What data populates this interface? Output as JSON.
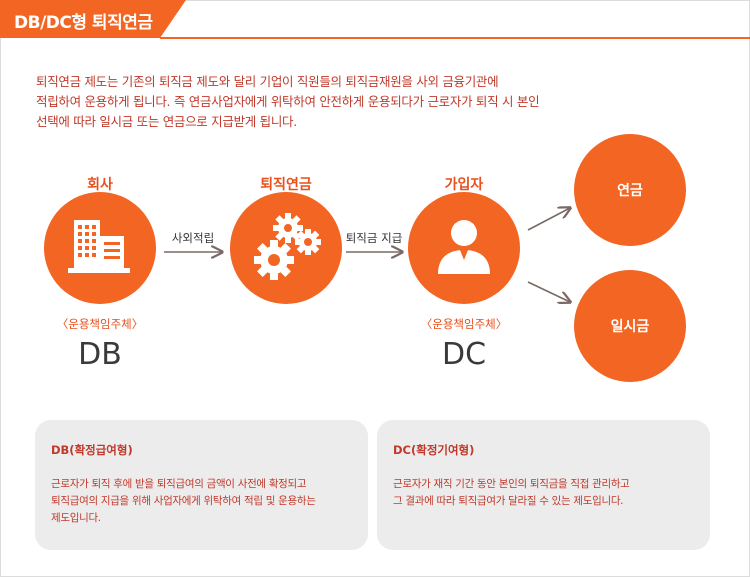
{
  "header": {
    "title": "DB/DC형 퇴직연금"
  },
  "intro": {
    "lines": [
      "퇴직연금 제도는 기존의 퇴직금 제도와 달리 기업이 직원들의 퇴직금재원을 사외 금융기관에",
      "적립하여 운용하게 됩니다. 즉 연금사업자에게 위탁하여 안전하게 운용되다가 근로자가 퇴직 시 본인",
      "선택에 따라 일시금 또는 연금으로 지급받게 됩니다."
    ]
  },
  "flow": {
    "company": {
      "label": "회사",
      "note": "〈운용책임주체〉",
      "type": "DB"
    },
    "pension": {
      "label": "퇴직연금"
    },
    "member": {
      "label": "가입자",
      "note": "〈운용책임주체〉",
      "type": "DC"
    },
    "arrow1": "사외적립",
    "arrow2": "퇴직금 지급",
    "annuity": "연금",
    "lump_sum": "일시금"
  },
  "boxes": {
    "db": {
      "title": "DB(확정급여형)",
      "lines": [
        "근로자가 퇴직 후에 받을 퇴직급여의 금액이 사전에 확정되고",
        "퇴직급여의 지급을 위해 사업자에게 위탁하여 적립 및 운용하는",
        "제도입니다."
      ]
    },
    "dc": {
      "title": "DC(확정기여형)",
      "lines": [
        "근로자가 재직 기간 동안 본인의 퇴직금을 직접 관리하고",
        "그 결과에 따라 퇴직급여가 달라질 수 있는 제도입니다."
      ]
    }
  },
  "colors": {
    "accent": "#f26522",
    "text_red": "#c0392b",
    "box_bg": "#ececec"
  },
  "icons": [
    "building-icon",
    "gears-icon",
    "person-icon"
  ]
}
